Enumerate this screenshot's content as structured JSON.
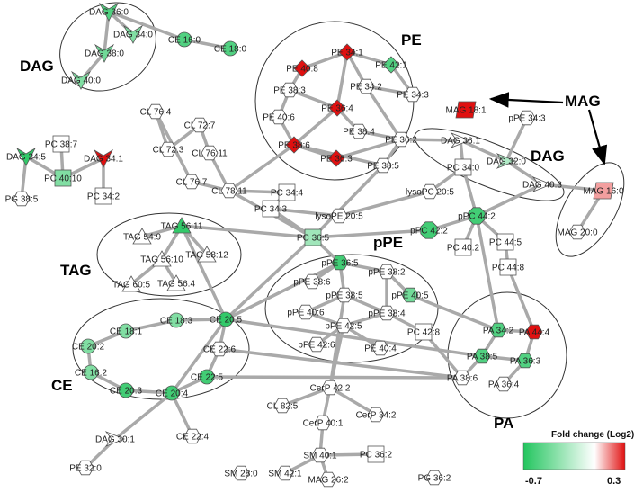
{
  "colors": {
    "edge": "#a9a9a9",
    "node_stroke": "#555555",
    "green": "#22c55e",
    "white": "#ffffff",
    "red": "#e01010"
  },
  "group_labels": [
    {
      "id": "g-dag1",
      "text": "DAG"
    },
    {
      "id": "g-pe",
      "text": "PE"
    },
    {
      "id": "g-mag",
      "text": "MAG"
    },
    {
      "id": "g-dag2",
      "text": "DAG"
    },
    {
      "id": "g-tag",
      "text": "TAG"
    },
    {
      "id": "g-ppe",
      "text": "pPE"
    },
    {
      "id": "g-ce",
      "text": "CE"
    },
    {
      "id": "g-pa",
      "text": "PA"
    }
  ],
  "legend": {
    "title": "Fold change (Log2)",
    "min_label": "-0.7",
    "max_label": "0.3",
    "min": -0.7,
    "max": 0.3
  },
  "nodes": [
    {
      "id": "DAG 36:0",
      "shape": "arrow",
      "fc": -0.55
    },
    {
      "id": "DAG 34:0",
      "shape": "arrow",
      "fc": -0.4
    },
    {
      "id": "DAG 38:0",
      "shape": "arrow",
      "fc": -0.45
    },
    {
      "id": "DAG 40:0",
      "shape": "arrow",
      "fc": -0.4
    },
    {
      "id": "CE 16:0",
      "shape": "circle",
      "fc": -0.55
    },
    {
      "id": "CE 18:0",
      "shape": "circle",
      "fc": -0.55
    },
    {
      "id": "PE 34:1",
      "shape": "diamond",
      "fc": 0.3
    },
    {
      "id": "PE 40:8",
      "shape": "diamond",
      "fc": 0.3
    },
    {
      "id": "PE 42:1",
      "shape": "diamond",
      "fc": -0.55
    },
    {
      "id": "PE 38:3",
      "shape": "hexagon",
      "fc": 0
    },
    {
      "id": "PE 34:2",
      "shape": "hexagon",
      "fc": 0
    },
    {
      "id": "PE 34:3",
      "shape": "hexagon",
      "fc": 0
    },
    {
      "id": "PE 40:6",
      "shape": "hexagon",
      "fc": 0
    },
    {
      "id": "PE 36:4",
      "shape": "diamond",
      "fc": 0.3
    },
    {
      "id": "PE 38:4",
      "shape": "hexagon",
      "fc": 0
    },
    {
      "id": "PE 38:6",
      "shape": "diamond",
      "fc": 0.3
    },
    {
      "id": "PE 36:3",
      "shape": "diamond",
      "fc": 0.3
    },
    {
      "id": "PE 36:2",
      "shape": "hexagon",
      "fc": 0
    },
    {
      "id": "PE 38:5",
      "shape": "hexagon",
      "fc": 0
    },
    {
      "id": "MAG 18:1",
      "shape": "parallelogram",
      "fc": 0.3
    },
    {
      "id": "pPE 34:3",
      "shape": "hexagon",
      "fc": 0
    },
    {
      "id": "DAG 36:1",
      "shape": "arrow",
      "fc": 0
    },
    {
      "id": "DAG 32:0",
      "shape": "arrow",
      "fc": -0.25
    },
    {
      "id": "DAG 40:3",
      "shape": "arrow",
      "fc": 0
    },
    {
      "id": "MAG 16:0",
      "shape": "parallelogram",
      "fc": 0.12
    },
    {
      "id": "MAG 20:0",
      "shape": "hexagon",
      "fc": 0
    },
    {
      "id": "CL 76:4",
      "shape": "hexagon",
      "fc": 0
    },
    {
      "id": "CL 72:7",
      "shape": "hexagon",
      "fc": 0
    },
    {
      "id": "CL 72:3",
      "shape": "hexagon",
      "fc": 0
    },
    {
      "id": "CL 76:11",
      "shape": "hexagon",
      "fc": 0
    },
    {
      "id": "CL 76:7",
      "shape": "hexagon",
      "fc": 0
    },
    {
      "id": "CL 78:11",
      "shape": "hexagon",
      "fc": 0
    },
    {
      "id": "PC 38:7",
      "shape": "square",
      "fc": 0
    },
    {
      "id": "DAG 34:5",
      "shape": "arrow",
      "fc": -0.65
    },
    {
      "id": "PC 40:10",
      "shape": "square",
      "fc": -0.4
    },
    {
      "id": "DAG 34:1",
      "shape": "arrow",
      "fc": 0.3
    },
    {
      "id": "PG 38:5",
      "shape": "hexagon",
      "fc": 0
    },
    {
      "id": "PC 34:2",
      "shape": "square",
      "fc": 0
    },
    {
      "id": "PC 34:0",
      "shape": "square",
      "fc": 0
    },
    {
      "id": "lysoPC 20:5",
      "shape": "hexagon",
      "fc": 0
    },
    {
      "id": "PC 34:4",
      "shape": "square",
      "fc": 0
    },
    {
      "id": "PC 34:3",
      "shape": "square",
      "fc": 0
    },
    {
      "id": "lysoPE 20:5",
      "shape": "hexagon",
      "fc": 0
    },
    {
      "id": "PC 36:5",
      "shape": "square",
      "fc": -0.3
    },
    {
      "id": "pPC 44:2",
      "shape": "octagon",
      "fc": -0.6
    },
    {
      "id": "pPC 42:2",
      "shape": "octagon",
      "fc": -0.6
    },
    {
      "id": "PC 40:2",
      "shape": "square",
      "fc": 0
    },
    {
      "id": "PC 44:5",
      "shape": "square",
      "fc": 0
    },
    {
      "id": "PC 44:8",
      "shape": "square",
      "fc": 0
    },
    {
      "id": "TAG 56:11",
      "shape": "triangle",
      "fc": -0.65
    },
    {
      "id": "TAG 54:9",
      "shape": "triangle",
      "fc": 0
    },
    {
      "id": "TAG 56:10",
      "shape": "triangle",
      "fc": 0
    },
    {
      "id": "TAG 58:12",
      "shape": "triangle",
      "fc": 0
    },
    {
      "id": "TAG 60:5",
      "shape": "triangle",
      "fc": 0
    },
    {
      "id": "TAG 56:4",
      "shape": "triangle",
      "fc": 0
    },
    {
      "id": "pPE 36:5",
      "shape": "hexagon",
      "fc": -0.6
    },
    {
      "id": "pPE 38:2",
      "shape": "hexagon",
      "fc": 0
    },
    {
      "id": "pPE 38:6",
      "shape": "hexagon",
      "fc": 0
    },
    {
      "id": "pPE 38:5",
      "shape": "hexagon",
      "fc": 0
    },
    {
      "id": "pPE 40:5",
      "shape": "hexagon",
      "fc": -0.45
    },
    {
      "id": "pPE 40:6",
      "shape": "hexagon",
      "fc": 0
    },
    {
      "id": "pPE 38:4",
      "shape": "hexagon",
      "fc": 0
    },
    {
      "id": "pPE 42:5",
      "shape": "hexagon",
      "fc": 0
    },
    {
      "id": "pPE 42:6",
      "shape": "hexagon",
      "fc": 0
    },
    {
      "id": "PE 40:4",
      "shape": "hexagon",
      "fc": 0
    },
    {
      "id": "PC 42:8",
      "shape": "square",
      "fc": 0
    },
    {
      "id": "CE 18:3",
      "shape": "circle",
      "fc": -0.4
    },
    {
      "id": "CE 20:5",
      "shape": "circle",
      "fc": -0.65
    },
    {
      "id": "CE 18:1",
      "shape": "circle",
      "fc": -0.4
    },
    {
      "id": "CE 20:2",
      "shape": "circle",
      "fc": -0.4
    },
    {
      "id": "CE 22:6",
      "shape": "hexagon",
      "fc": 0
    },
    {
      "id": "CE 16:2",
      "shape": "circle",
      "fc": -0.4
    },
    {
      "id": "CE 22:5",
      "shape": "circle",
      "fc": -0.6
    },
    {
      "id": "CE 20:3",
      "shape": "circle",
      "fc": -0.6
    },
    {
      "id": "CE 20:4",
      "shape": "circle",
      "fc": -0.6
    },
    {
      "id": "CE 22:4",
      "shape": "hexagon",
      "fc": 0
    },
    {
      "id": "PA 34:2",
      "shape": "hexagon",
      "fc": -0.55
    },
    {
      "id": "PA 44:4",
      "shape": "hexagon",
      "fc": 0.3
    },
    {
      "id": "PA 38:5",
      "shape": "hexagon",
      "fc": -0.55
    },
    {
      "id": "PA 36:3",
      "shape": "hexagon",
      "fc": -0.55
    },
    {
      "id": "PA 38:6",
      "shape": "hexagon",
      "fc": 0
    },
    {
      "id": "PA 36:4",
      "shape": "hexagon",
      "fc": 0
    },
    {
      "id": "CerP 42:2",
      "shape": "hexagon",
      "fc": 0
    },
    {
      "id": "CL 82:5",
      "shape": "hexagon",
      "fc": 0
    },
    {
      "id": "CerP 34:2",
      "shape": "hexagon",
      "fc": 0
    },
    {
      "id": "CerP 40:1",
      "shape": "hexagon",
      "fc": 0
    },
    {
      "id": "DAG 30:1",
      "shape": "arrow",
      "fc": 0
    },
    {
      "id": "SM 40:1",
      "shape": "hexagon",
      "fc": 0
    },
    {
      "id": "PC 36:2",
      "shape": "square",
      "fc": 0
    },
    {
      "id": "PE 32:0",
      "shape": "hexagon",
      "fc": 0
    },
    {
      "id": "SM 28:0",
      "shape": "hexagon",
      "fc": 0
    },
    {
      "id": "SM 42:1",
      "shape": "hexagon",
      "fc": 0
    },
    {
      "id": "MAG 26:2",
      "shape": "hexagon",
      "fc": 0
    },
    {
      "id": "PG 36:2",
      "shape": "hexagon",
      "fc": 0
    }
  ],
  "edges": [
    [
      "DAG 36:0",
      "DAG 34:0"
    ],
    [
      "DAG 36:0",
      "DAG 38:0"
    ],
    [
      "DAG 38:0",
      "DAG 40:0"
    ],
    [
      "DAG 36:0",
      "CE 16:0"
    ],
    [
      "CE 16:0",
      "CE 18:0"
    ],
    [
      "PE 34:1",
      "PE 40:8"
    ],
    [
      "PE 34:1",
      "PE 42:1"
    ],
    [
      "PE 34:1",
      "PE 34:2"
    ],
    [
      "PE 34:1",
      "PE 36:4"
    ],
    [
      "PE 40:8",
      "PE 38:3"
    ],
    [
      "PE 38:3",
      "PE 40:6"
    ],
    [
      "PE 38:3",
      "PE 36:4"
    ],
    [
      "PE 34:2",
      "PE 34:3"
    ],
    [
      "PE 34:2",
      "PE 36:2"
    ],
    [
      "PE 40:6",
      "PE 38:6"
    ],
    [
      "PE 36:4",
      "PE 38:6"
    ],
    [
      "PE 36:4",
      "PE 38:4"
    ],
    [
      "PE 38:6",
      "PE 36:3"
    ],
    [
      "PE 38:6",
      "PE 38:5"
    ],
    [
      "PE 38:4",
      "PE 36:2"
    ],
    [
      "PE 36:3",
      "PE 36:2"
    ],
    [
      "PE 36:2",
      "PE 38:5"
    ],
    [
      "PE 42:1",
      "PE 34:3"
    ],
    [
      "PE 36:2",
      "DAG 36:1"
    ],
    [
      "DAG 36:1",
      "DAG 32:0"
    ],
    [
      "DAG 36:1",
      "PC 34:0"
    ],
    [
      "pPE 34:3",
      "DAG 32:0"
    ],
    [
      "DAG 32:0",
      "DAG 40:3"
    ],
    [
      "DAG 40:3",
      "MAG 16:0"
    ],
    [
      "MAG 16:0",
      "MAG 20:0"
    ],
    [
      "DAG 40:3",
      "pPC 44:2"
    ],
    [
      "PC 34:0",
      "lysoPC 20:5"
    ],
    [
      "PC 34:0",
      "pPC 44:2"
    ],
    [
      "lysoPC 20:5",
      "lysoPE 20:5"
    ],
    [
      "pPC 44:2",
      "pPC 42:2"
    ],
    [
      "pPC 44:2",
      "PC 40:2"
    ],
    [
      "pPC 44:2",
      "PC 44:5"
    ],
    [
      "PC 44:5",
      "PC 44:8"
    ],
    [
      "CL 76:4",
      "CL 72:3"
    ],
    [
      "CL 76:4",
      "CL 76:7"
    ],
    [
      "CL 72:7",
      "CL 72:3"
    ],
    [
      "CL 72:7",
      "CL 76:11"
    ],
    [
      "CL 76:11",
      "CL 78:11"
    ],
    [
      "CL 76:7",
      "CL 78:11"
    ],
    [
      "CL 78:11",
      "PE 38:6"
    ],
    [
      "CL 78:11",
      "PC 34:4"
    ],
    [
      "CL 78:11",
      "PC 36:5"
    ],
    [
      "PC 34:4",
      "PC 34:3"
    ],
    [
      "PC 34:3",
      "PC 36:5"
    ],
    [
      "PC 34:3",
      "lysoPE 20:5"
    ],
    [
      "PC 36:5",
      "pPE 36:5"
    ],
    [
      "PC 36:5",
      "CE 20:5"
    ],
    [
      "PC 36:5",
      "TAG 56:11"
    ],
    [
      "PC 36:5",
      "pPC 42:2"
    ],
    [
      "PC 36:5",
      "PE 38:5"
    ],
    [
      "PC 38:7",
      "PC 40:10"
    ],
    [
      "DAG 34:5",
      "PC 40:10"
    ],
    [
      "PC 40:10",
      "DAG 34:1"
    ],
    [
      "DAG 34:5",
      "PG 38:5"
    ],
    [
      "DAG 34:1",
      "PC 34:2"
    ],
    [
      "TAG 56:11",
      "TAG 54:9"
    ],
    [
      "TAG 56:11",
      "TAG 56:10"
    ],
    [
      "TAG 56:11",
      "TAG 58:12"
    ],
    [
      "TAG 56:10",
      "TAG 60:5"
    ],
    [
      "TAG 56:10",
      "TAG 56:4"
    ],
    [
      "TAG 56:11",
      "CE 20:5"
    ],
    [
      "pPE 36:5",
      "pPE 38:2"
    ],
    [
      "pPE 36:5",
      "pPE 38:6"
    ],
    [
      "pPE 36:5",
      "pPE 38:5"
    ],
    [
      "pPE 38:2",
      "pPE 40:5"
    ],
    [
      "pPE 38:2",
      "pPE 38:4"
    ],
    [
      "pPE 38:5",
      "pPE 38:4"
    ],
    [
      "pPE 38:5",
      "pPE 40:6"
    ],
    [
      "pPE 38:4",
      "pPE 42:5"
    ],
    [
      "pPE 40:6",
      "pPE 42:5"
    ],
    [
      "pPE 42:5",
      "pPE 42:6"
    ],
    [
      "pPE 42:5",
      "PE 40:4"
    ],
    [
      "pPE 36:5",
      "CE 20:5"
    ],
    [
      "pPE 42:5",
      "CerP 42:2"
    ],
    [
      "pPE 38:5",
      "CerP 42:2"
    ],
    [
      "pPE 40:5",
      "PA 34:2"
    ],
    [
      "PC 42:8",
      "PA 38:6"
    ],
    [
      "PC 42:8",
      "pPE 38:4"
    ],
    [
      "CE 18:3",
      "CE 20:5"
    ],
    [
      "CE 18:1",
      "CE 18:3"
    ],
    [
      "CE 20:2",
      "CE 18:1"
    ],
    [
      "CE 20:2",
      "CE 16:2"
    ],
    [
      "CE 16:2",
      "CE 20:3"
    ],
    [
      "CE 20:3",
      "CE 20:4"
    ],
    [
      "CE 20:4",
      "CE 22:5"
    ],
    [
      "CE 22:5",
      "CE 22:6"
    ],
    [
      "CE 22:6",
      "CE 20:5"
    ],
    [
      "CE 20:4",
      "CE 20:5"
    ],
    [
      "CE 20:4",
      "DAG 30:1"
    ],
    [
      "CE 20:4",
      "CE 22:4"
    ],
    [
      "DAG 30:1",
      "PE 32:0"
    ],
    [
      "CE 22:6",
      "PA 38:6"
    ],
    [
      "CE 22:5",
      "PA 38:6"
    ],
    [
      "CE 20:5",
      "PA 38:5"
    ],
    [
      "PA 34:2",
      "PA 44:4"
    ],
    [
      "PA 34:2",
      "PA 38:5"
    ],
    [
      "PA 38:5",
      "PA 36:3"
    ],
    [
      "PA 38:5",
      "PA 38:6"
    ],
    [
      "PA 36:3",
      "PA 36:4"
    ],
    [
      "PA 44:4",
      "PA 36:3"
    ],
    [
      "PA 34:2",
      "pPC 44:2"
    ],
    [
      "PA 44:4",
      "PC 44:8"
    ],
    [
      "CerP 42:2",
      "CL 82:5"
    ],
    [
      "CerP 42:2",
      "CerP 34:2"
    ],
    [
      "CerP 42:2",
      "CerP 40:1"
    ],
    [
      "CerP 40:1",
      "SM 40:1"
    ],
    [
      "SM 40:1",
      "PC 36:2"
    ],
    [
      "SM 40:1",
      "SM 42:1"
    ],
    [
      "SM 40:1",
      "MAG 26:2"
    ]
  ]
}
